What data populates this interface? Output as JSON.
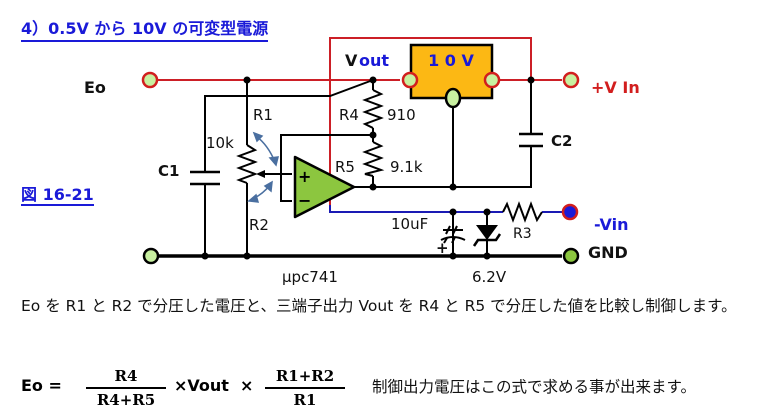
{
  "header": {
    "title": "4）0.5V から 10V の可変型電源",
    "figure_label": "図 16-21"
  },
  "circuit": {
    "terminals": {
      "eo": "Eo",
      "v_in_plus": "+V In",
      "v_in_minus": "-Vin",
      "gnd": "GND"
    },
    "vout_label": {
      "v": "V",
      "out": "out"
    },
    "regulator": {
      "label": "1 0 V",
      "fill": "#fcb814"
    },
    "components": {
      "c1": "C1",
      "c2": "C2",
      "r1": "R1",
      "r2": "R2",
      "pot_value": "10k",
      "r4": "R4",
      "r4_value": "910",
      "r5": "R5",
      "r5_value": "9.1k",
      "r3": "R3",
      "cap_value": "10uF",
      "cap_polarity": "+",
      "zener_value": "6.2V",
      "opamp": "μpc741",
      "opamp_plus": "+",
      "opamp_minus": "−"
    },
    "colors": {
      "wire_black": "#000000",
      "wire_red": "#cc1f26",
      "wire_blue": "#1a1ab4",
      "terminal_fill": "#c8f0a0",
      "opamp_fill": "#8cc63f",
      "arrow_blue": "#4a6fa0",
      "label_blue": "#1a1ad8",
      "label_red": "#d21e1e"
    }
  },
  "description": "Eo を R1 と R2 で分圧した電圧と、三端子出力 Vout を R4 と R5 で分圧した値を比較し制御します。",
  "equation": {
    "lhs": "Eo =",
    "frac1": {
      "num": "R4",
      "den": "R4+R5"
    },
    "mid": "×Vout",
    "times": "×",
    "frac2": {
      "num": "R1+R2",
      "den": "R1"
    },
    "note": "制御出力電圧はこの式で求める事が出来ます。"
  }
}
